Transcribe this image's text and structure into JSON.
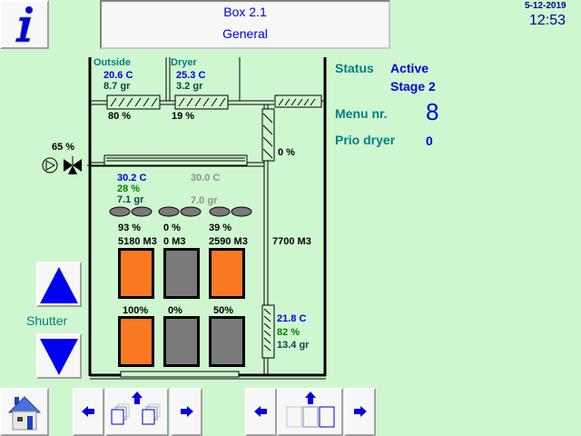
{
  "header": {
    "title_line1": "Box 2.1",
    "title_line2": "General",
    "date": "5-12-2019",
    "time": "12:53"
  },
  "icons": {
    "info": "info-icon",
    "home": "home-icon",
    "shutter_up": "up-triangle-icon",
    "shutter_down": "down-triangle-icon"
  },
  "status_panel": {
    "status_label": "Status",
    "status_value": "Active",
    "stage_value": "Stage 2",
    "menu_label": "Menu nr.",
    "menu_value": "8",
    "prio_label": "Prio dryer",
    "prio_value": "0"
  },
  "outside": {
    "label": "Outside",
    "temp": "20.6 C",
    "abs_humidity": "8.7 gr",
    "valve": "80 %"
  },
  "dryer": {
    "label": "Dryer",
    "temp": "25.3 C",
    "abs_humidity": "3.2 gr",
    "valve": "19 %"
  },
  "vertical_valve": "0 %",
  "fan": {
    "percent": "65 %"
  },
  "mix_air": {
    "temp": "30.2 C",
    "rel_humidity": "28 %",
    "abs_humidity": "7.1 gr",
    "set_temp": "30.0 C",
    "set_abs_humidity": "7.0 gr"
  },
  "fans": [
    {
      "percent": "93 %",
      "volume": "5180 M3"
    },
    {
      "percent": "0 %",
      "volume": "0 M3"
    },
    {
      "percent": "39 %",
      "volume": "2590 M3"
    }
  ],
  "total_volume": "7700 M3",
  "upper_bins": [
    {
      "state": "on"
    },
    {
      "state": "off"
    },
    {
      "state": "on"
    }
  ],
  "lower_bins": [
    {
      "percent": "100%",
      "state": "on"
    },
    {
      "percent": "0%",
      "state": "off"
    },
    {
      "percent": "50%",
      "state": "off"
    }
  ],
  "return_air": {
    "temp": "21.8 C",
    "rel_humidity": "82 %",
    "abs_humidity": "13.4 gr"
  },
  "shutter": {
    "label": "Shutter"
  },
  "colors": {
    "background": "#cff7cf",
    "active_bin": "#f97a22",
    "inactive_bin": "#7a7a7a",
    "accent": "#0000e0"
  }
}
